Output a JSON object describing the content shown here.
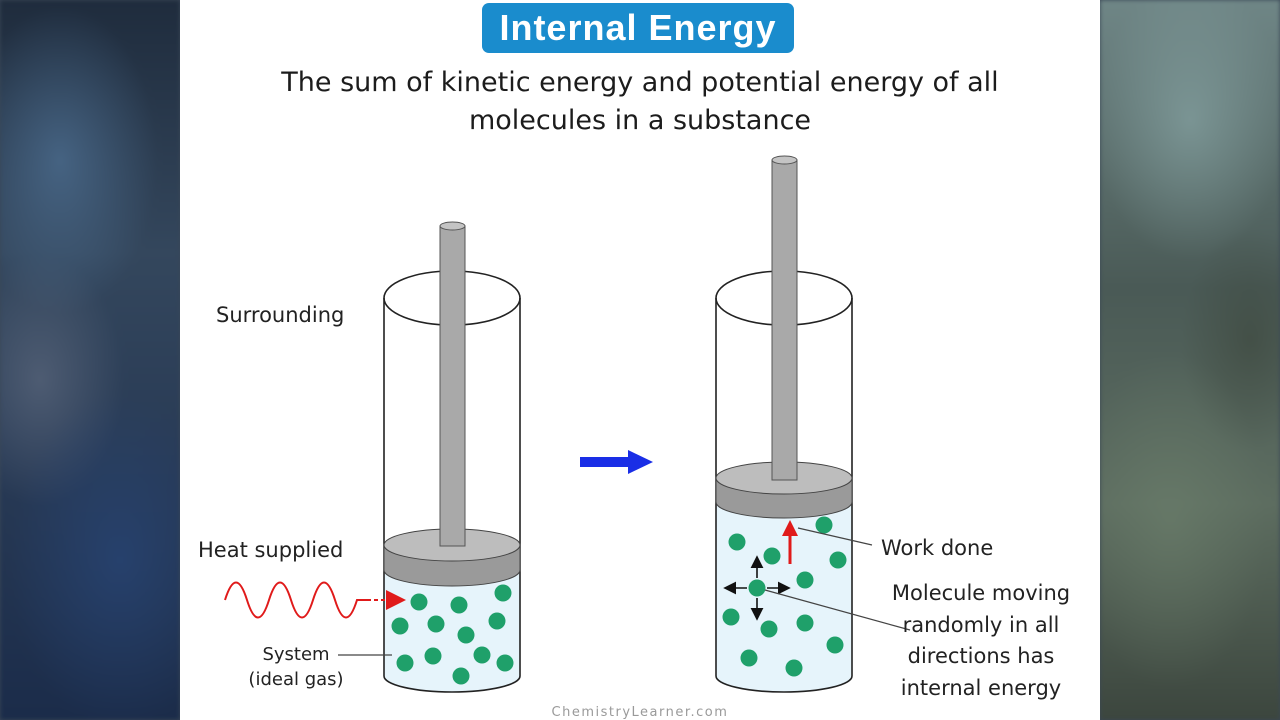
{
  "title": "Internal Energy",
  "subtitle": "The sum of kinetic energy and potential energy of all molecules in a substance",
  "labels": {
    "surrounding": "Surrounding",
    "heat_supplied": "Heat supplied",
    "system_line1": "System",
    "system_line2": "(ideal gas)",
    "work_done": "Work done",
    "molecule_line1": "Molecule moving",
    "molecule_line2": "randomly in all",
    "molecule_line3": "directions has",
    "molecule_line4": "internal energy"
  },
  "watermark": "ChemistryLearner.com",
  "colors": {
    "title_bg": "#1a8ccd",
    "molecule": "#1fa06a",
    "heat_wave": "#e01a1a",
    "process_arrow": "#1a2ee6",
    "piston": "#a9a9a9",
    "gas": "#e6f4fb"
  },
  "icons": {
    "process_arrow": "right-arrow-icon",
    "heat": "wave-icon",
    "work": "up-arrow-icon",
    "motion": "four-way-arrow-icon"
  }
}
